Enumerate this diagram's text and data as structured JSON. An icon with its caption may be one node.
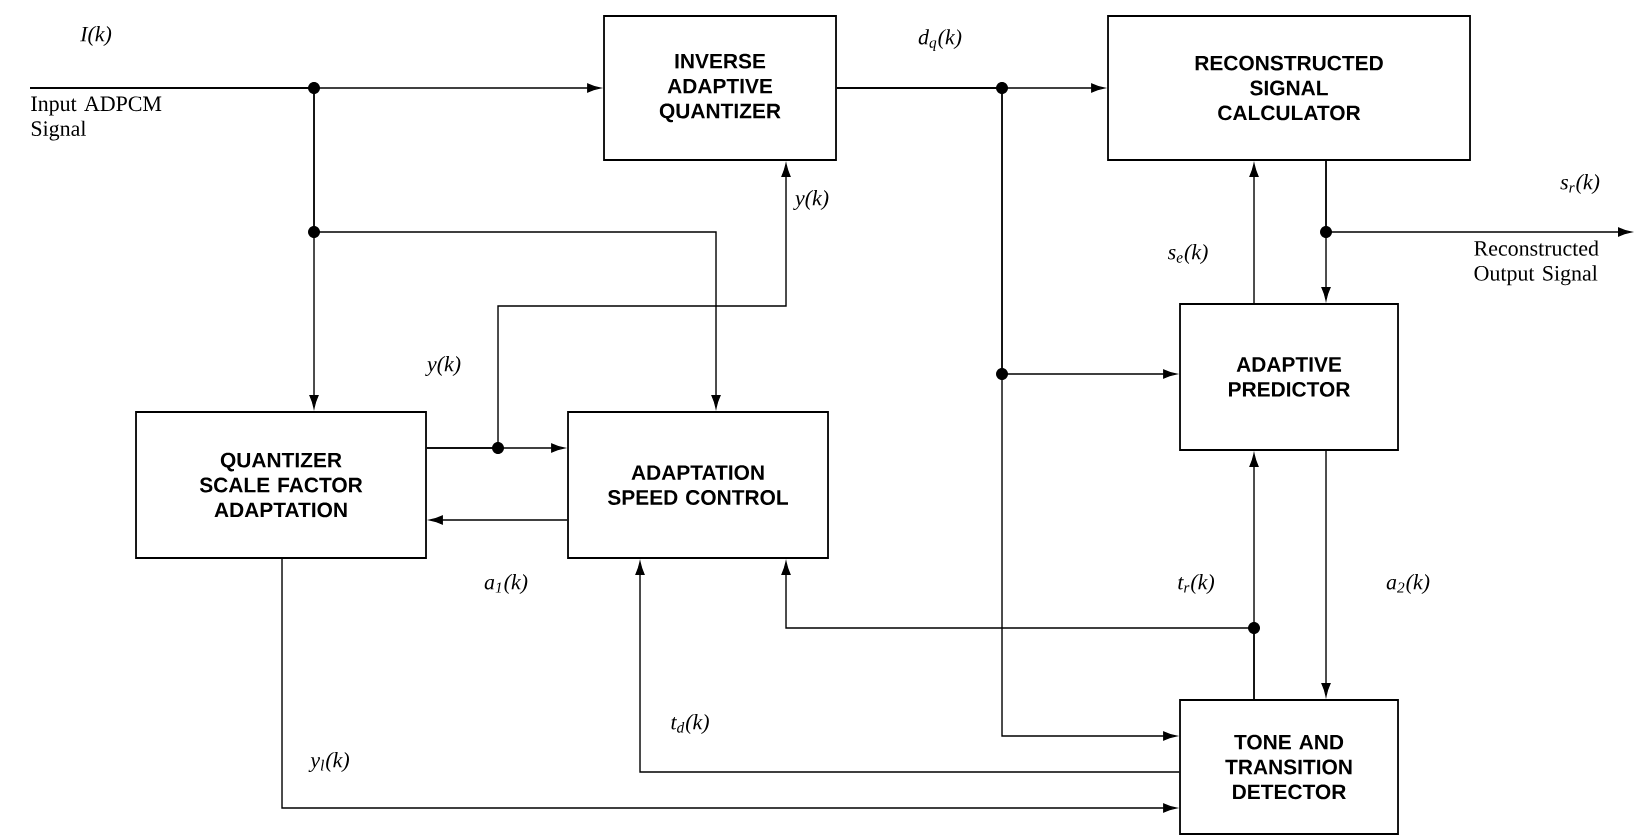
{
  "diagram": {
    "nodes": [
      {
        "text": [
          "INVERSE ADAPTIVE QUANTIZER"
        ]
      },
      {
        "text": [
          "RECONSTRUCTED SIGNAL CALCULATOR"
        ]
      },
      {
        "text": [
          "ADAPTIVE PREDICTOR"
        ]
      },
      {
        "text": [
          "QUANTIZER SCALE FACTOR ADAPTATION"
        ]
      },
      {
        "text": [
          "ADAPTATION SPEED CONTROL"
        ]
      },
      {
        "text": [
          "TONE AND TRANSITION DETECTOR"
        ]
      },
      {
        "text": [
          "Input ADPCM Signal"
        ]
      },
      {
        "text": [
          "Reconstructed Output Signal"
        ]
      }
    ],
    "edges": [
      {
        "from": 6,
        "to": 0,
        "arrow": "to",
        "label": "I(k)"
      },
      {
        "from": 6,
        "to": 3,
        "arrow": "to"
      },
      {
        "from": 6,
        "to": 4,
        "arrow": "to"
      },
      {
        "from": 3,
        "to": 4,
        "arrow": "to",
        "label": "y(k)"
      },
      {
        "from": 3,
        "to": 0,
        "arrow": "to",
        "label": "y(k)"
      },
      {
        "from": 4,
        "to": 3,
        "arrow": "to",
        "label": "a$_{1}$(k)"
      },
      {
        "from": 0,
        "to": 1,
        "arrow": "to",
        "label": "d$_{q}$(k)"
      },
      {
        "from": 0,
        "to": 2,
        "arrow": "to"
      },
      {
        "from": 0,
        "to": 5,
        "arrow": "to"
      },
      {
        "from": 2,
        "to": 1,
        "arrow": "to",
        "label": "s$_{e}$(k)"
      },
      {
        "from": 1,
        "to": 2,
        "arrow": "to"
      },
      {
        "from": 1,
        "to": 7,
        "arrow": "to",
        "label": "s$_{r}$(k)"
      },
      {
        "from": 2,
        "to": 5,
        "arrow": "to",
        "label": "a$_{2}$(k)"
      },
      {
        "from": 5,
        "to": 2,
        "arrow": "to",
        "label": "t$_{r}$(k)"
      },
      {
        "from": 5,
        "to": 4,
        "arrow": "to"
      },
      {
        "from": 5,
        "to": 4,
        "arrow": "to",
        "label": "t$_{d}$(k)"
      },
      {
        "from": 3,
        "to": 5,
        "arrow": "to",
        "label": "y$_{l}$(k)"
      }
    ]
  }
}
